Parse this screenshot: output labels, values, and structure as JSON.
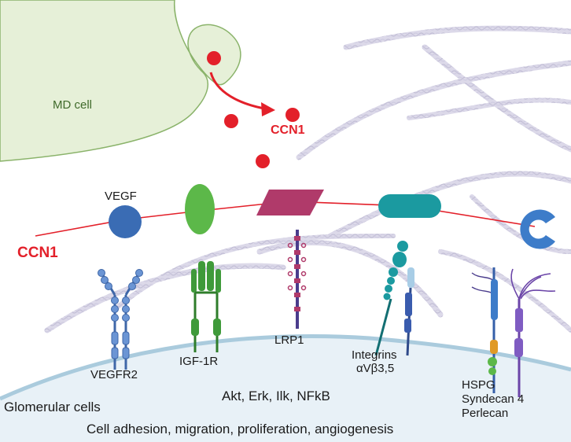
{
  "md_cell": {
    "label": "MD cell"
  },
  "ccn1": {
    "label_top": "CCN1",
    "label_left": "CCN1"
  },
  "ligands": {
    "vegf_label": "VEGF"
  },
  "receptors": {
    "vegfr2": "VEGFR2",
    "igf1r": "IGF-1R",
    "lrp1": "LRP1",
    "integrins": [
      "Integrins",
      "αVβ3,5"
    ],
    "hspg": [
      "HSPG",
      "Syndecan 4",
      "Perlecan"
    ]
  },
  "glomerular": {
    "label": "Glomerular cells",
    "pathways": "Akt, Erk, Ilk, NFkB",
    "outcomes": "Cell adhesion, migration, proliferation, angiogenesis"
  },
  "colors": {
    "ccn1_red": "#e3202a",
    "md_cell_fill": "#e6f0d8",
    "glomerular_fill": "#e8f1f7",
    "vegf_blue": "#3a6cb4",
    "igf_green": "#5cb849",
    "lrp_magenta": "#b03a6a",
    "integrin_teal": "#1b9aa0",
    "hspg_blue": "#3d7cc9",
    "fiber_lavender": "#d0cde2"
  }
}
